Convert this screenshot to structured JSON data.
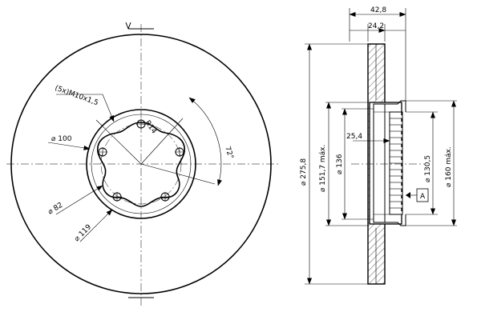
{
  "front_view": {
    "thread_label": "(5x)M10x1,5",
    "radius_label": "R14",
    "angle_label": "72°",
    "dia_100_label": "⌀ 100",
    "dia_82_label": "⌀ 82",
    "dia_119_label": "⌀ 119"
  },
  "side_view": {
    "total_thickness_label": "42,8",
    "disc_thickness_label": "24,2",
    "outer_dia_label": "⌀ 275,8",
    "max_dia_label": "⌀ 151,7 máx.",
    "dia_136_label": "⌀ 136",
    "hat_depth_label": "25,4",
    "dia_130_label": "⌀ 130,5",
    "dia_160_label": "⌀ 160 máx.",
    "datum_label": "A"
  }
}
